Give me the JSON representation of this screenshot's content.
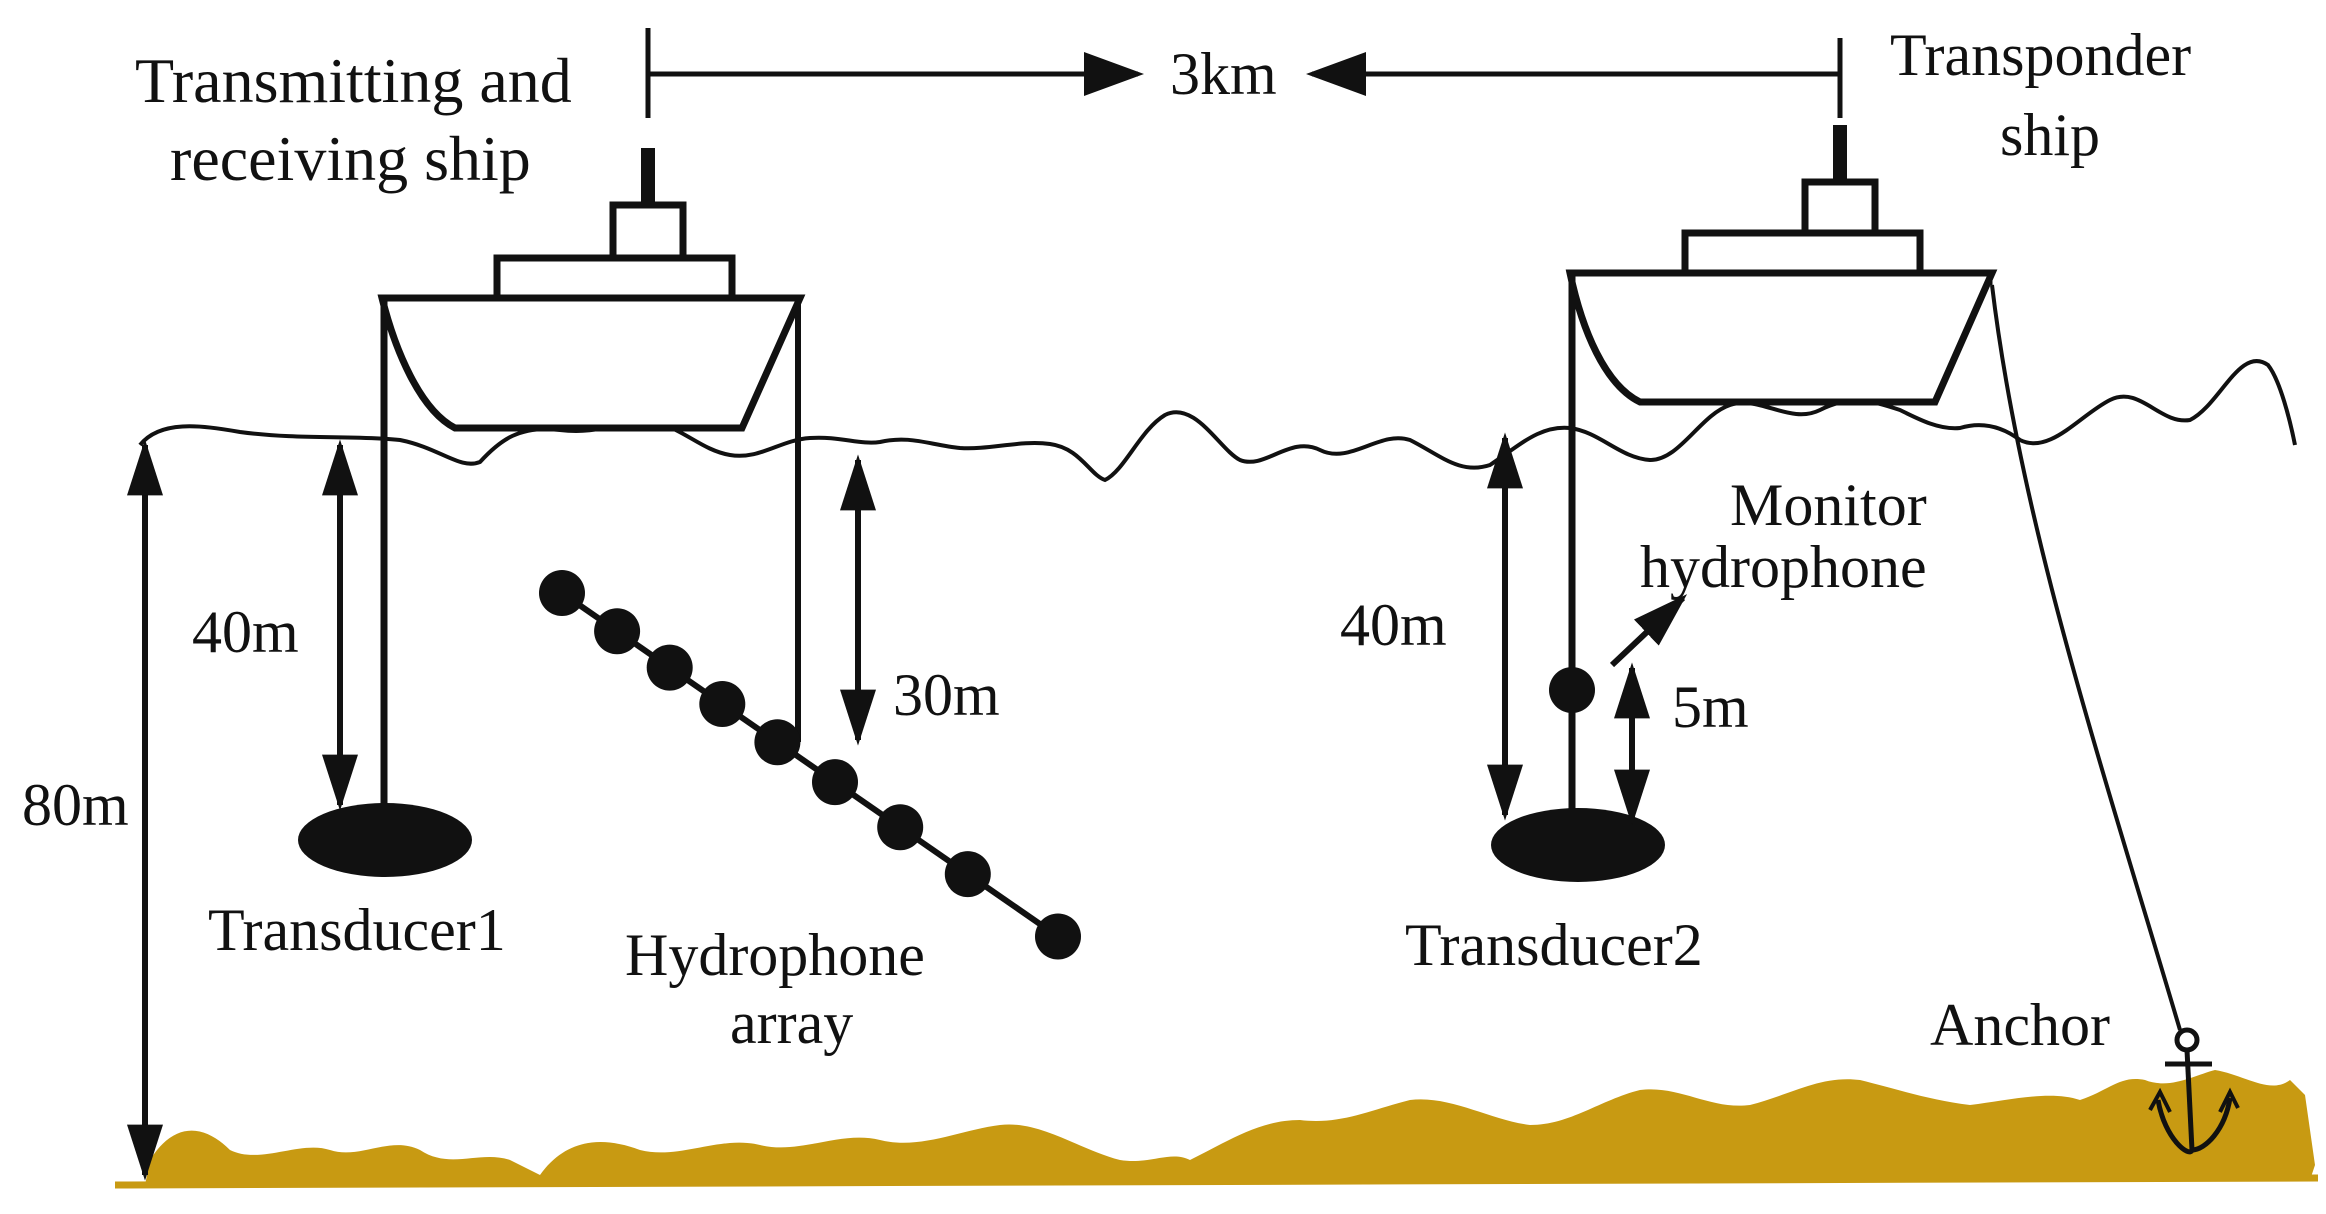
{
  "labels": {
    "tx_ship_line1": "Transmitting and",
    "tx_ship_line2": "receiving ship",
    "distance": "3km",
    "transponder_line1": "Transponder",
    "transponder_line2": "ship",
    "depth_tx_transducer": "40m",
    "depth_total": "80m",
    "depth_array": "30m",
    "monitor_line1": "Monitor",
    "monitor_line2": "hydrophone",
    "depth_rx_transducer": "40m",
    "monitor_offset": "5m",
    "transducer1": "Transducer1",
    "transducer2": "Transducer2",
    "array_line1": "Hydrophone",
    "array_line2": "array",
    "anchor": "Anchor"
  },
  "colors": {
    "ink": "#111111",
    "seabed": "#c89a12",
    "background": "#ffffff"
  },
  "hydrophone_array": {
    "element_count": 9
  }
}
